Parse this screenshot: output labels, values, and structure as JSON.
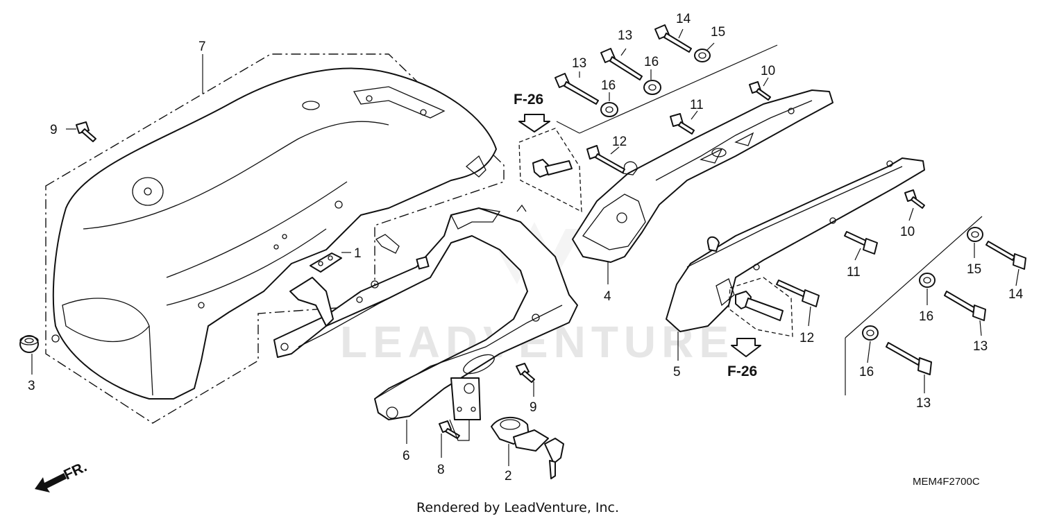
{
  "diagram": {
    "callouts": {
      "c1": "1",
      "c2": "2",
      "c3": "3",
      "c4": "4",
      "c5": "5",
      "c6": "6",
      "c7": "7",
      "c8": "8",
      "c9a": "9",
      "c9b": "9",
      "c10a": "10",
      "c10b": "10",
      "c11a": "11",
      "c11b": "11",
      "c12a": "12",
      "c12b": "12",
      "c13a": "13",
      "c13b": "13",
      "c13c": "13",
      "c13d": "13",
      "c14a": "14",
      "c14b": "14",
      "c15a": "15",
      "c15b": "15",
      "c16a": "16",
      "c16b": "16",
      "c16c": "16",
      "c16d": "16"
    },
    "ref_top": "F-26",
    "ref_bottom": "F-26",
    "front_marker": "FR.",
    "diagram_code": "MEM4F2700C"
  },
  "watermark": "LEADVENTURE",
  "footer": "Rendered by LeadVenture, Inc."
}
